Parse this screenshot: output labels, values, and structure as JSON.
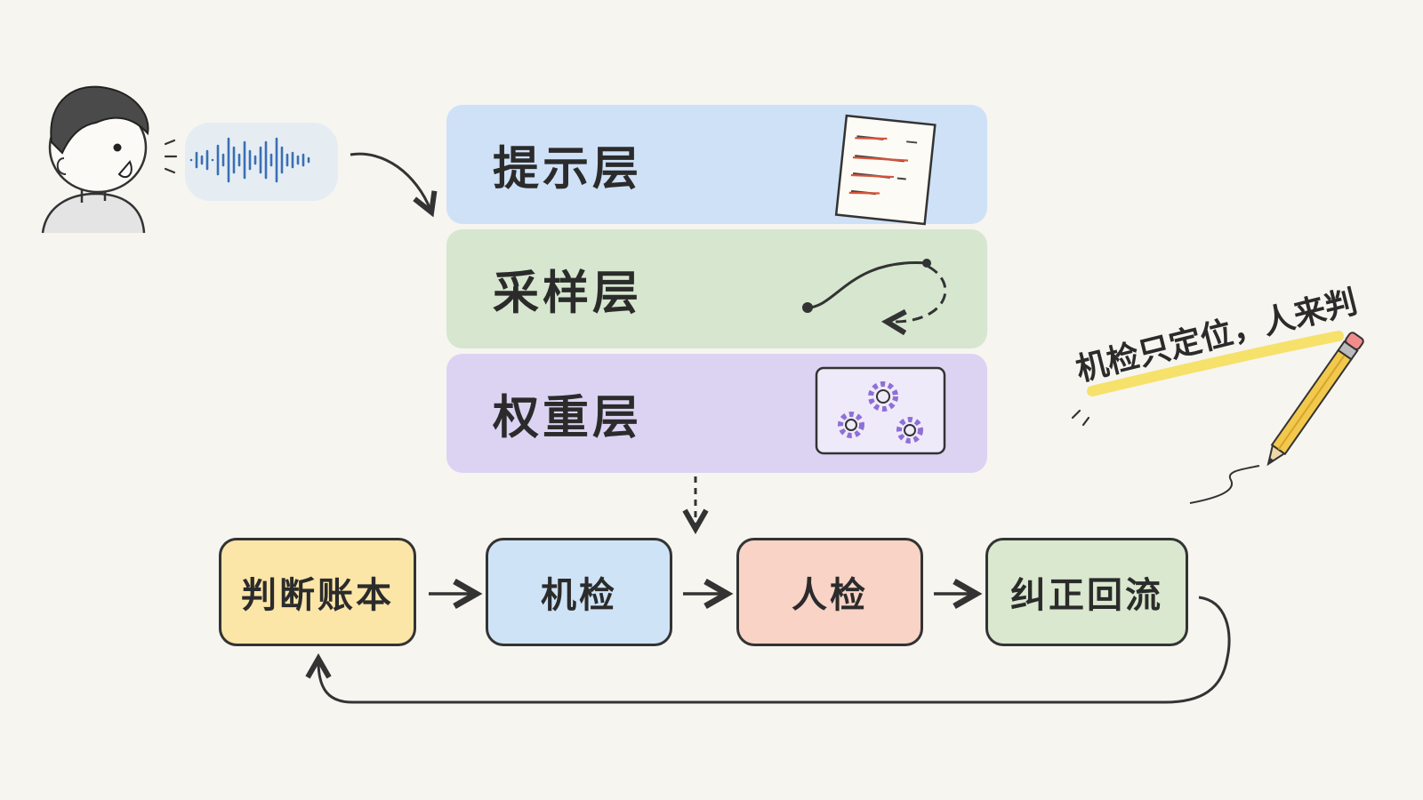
{
  "layers": [
    {
      "label": "提示层",
      "fill": "#cfe1f7"
    },
    {
      "label": "采样层",
      "fill": "#d6e6cf"
    },
    {
      "label": "权重层",
      "fill": "#dcd3f3"
    }
  ],
  "pipeline": [
    {
      "label": "判断账本",
      "fill": "#fbe6a8"
    },
    {
      "label": "机检",
      "fill": "#cfe3f7"
    },
    {
      "label": "人检",
      "fill": "#f8d3c6"
    },
    {
      "label": "纠正回流",
      "fill": "#d9e8cf"
    }
  ],
  "note": "机检只定位，人来判",
  "icons": {
    "speaker": "person-speaking-icon",
    "wave": "sound-wave-icon",
    "prompt": "crossed-out-document-icon",
    "sampling": "curved-path-icon",
    "weights": "gears-icon",
    "pencil": "pencil-icon"
  },
  "colors": {
    "outline": "#333333",
    "highlight": "#f6dc4a",
    "gear": "#8e6fd6",
    "wave": "#3a6fb5"
  }
}
